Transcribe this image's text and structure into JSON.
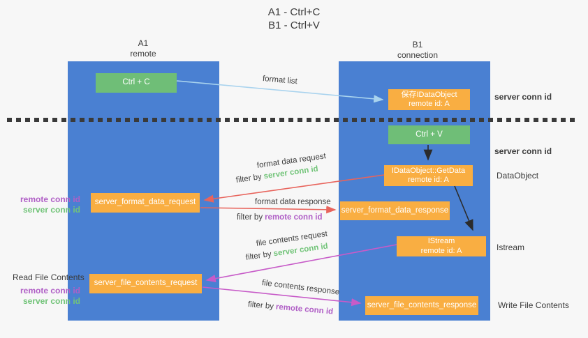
{
  "title": {
    "line1": "A1 - Ctrl+C",
    "line2": "B1 - Ctrl+V"
  },
  "columns": {
    "a1": {
      "name": "A1",
      "subtitle": "remote"
    },
    "b1": {
      "name": "B1",
      "subtitle": "connection"
    }
  },
  "nodes": {
    "ctrl_c": "Ctrl + C",
    "save_idataobject_line1": "保存IDataObject",
    "save_idataobject_line2": "remote id: A",
    "ctrl_v": "Ctrl + V",
    "getdata_line1": "IDataObject::GetData",
    "getdata_line2": "remote id: A",
    "format_request": "server_format_data_request",
    "format_response": "server_format_data_response",
    "istream_line1": "IStream",
    "istream_line2": "remote id: A",
    "file_request": "server_file_contents_request",
    "file_response": "server_file_contents_response"
  },
  "edge_labels": {
    "format_list": "format list",
    "format_data_request": "format data request",
    "format_data_response": "format data response",
    "file_contents_request": "file contents request",
    "file_contents_response": "file contents response",
    "filter_by": "filter by",
    "server_conn_id": "server conn id",
    "remote_conn_id": "remote conn id"
  },
  "side_labels": {
    "remote_conn_id": "remote conn id",
    "server_conn_id": "server conn id",
    "read_file_contents": "Read File Contents",
    "write_file_contents": "Write File Contents",
    "dataobject": "DataObject",
    "istream": "Istream"
  },
  "colors": {
    "column_blue": "#4A80D2",
    "box_green": "#6FBE77",
    "box_orange": "#F9AE42",
    "label_green": "#72C479",
    "label_purple": "#B05FC6",
    "arrow_red": "#E8645C",
    "arrow_magenta": "#C75BC8",
    "arrow_lightblue": "#A9D3EE",
    "arrow_black": "#2b2b2b",
    "dotted_line": "#3a3a3a",
    "background": "#f7f7f7"
  }
}
